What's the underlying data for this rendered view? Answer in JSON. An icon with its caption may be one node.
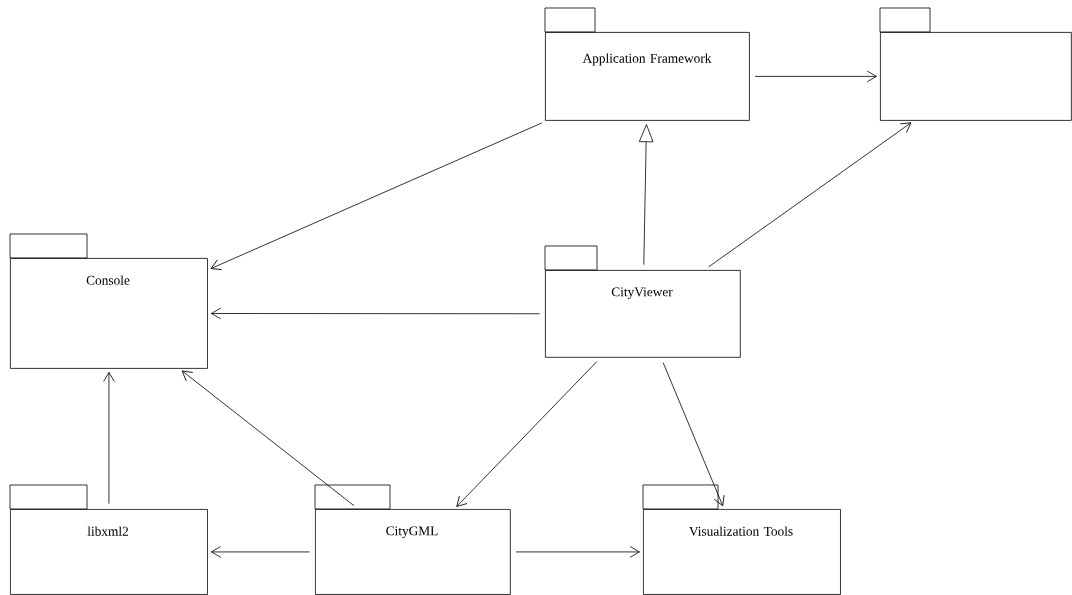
{
  "diagram": {
    "nodes": [
      {
        "text": [
          "Application Framework"
        ]
      },
      {
        "text": [],
        "shape": "box"
      },
      {
        "text": [
          "Console"
        ]
      },
      {
        "text": [
          "CityViewer"
        ]
      },
      {
        "text": [
          "libxml2"
        ]
      },
      {
        "text": [
          "CityGML"
        ]
      },
      {
        "text": [
          "Visualization Tools"
        ]
      }
    ],
    "edges": [
      {
        "from": 0,
        "to": 1,
        "arrow": "to"
      },
      {
        "from": 0,
        "to": 2,
        "arrow": "to"
      },
      {
        "from": 3,
        "to": 0,
        "arrow": "to"
      },
      {
        "from": 3,
        "to": 1,
        "arrow": "to"
      },
      {
        "from": 3,
        "to": 2,
        "arrow": "to"
      },
      {
        "from": 3,
        "to": 5,
        "arrow": "to"
      },
      {
        "from": 3,
        "to": 6,
        "arrow": "to"
      },
      {
        "from": 5,
        "to": 2,
        "arrow": "to"
      },
      {
        "from": 4,
        "to": 2,
        "arrow": "to"
      },
      {
        "from": 5,
        "to": 4,
        "arrow": "to"
      },
      {
        "from": 5,
        "to": 6,
        "arrow": "to"
      }
    ]
  }
}
